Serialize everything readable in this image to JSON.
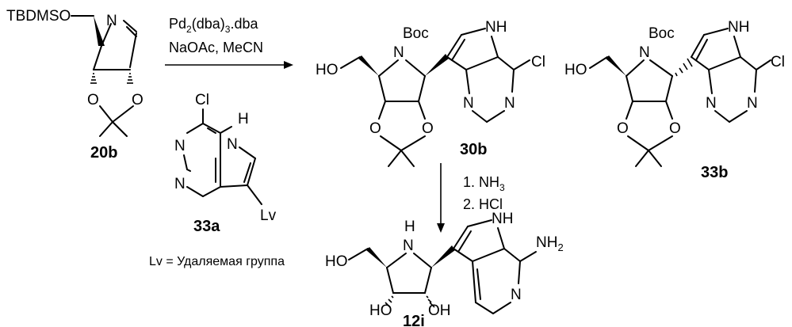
{
  "compounds": {
    "c20b": {
      "label": "20b",
      "atoms": {
        "tbdmso": "TBDMSO",
        "n": "N",
        "o1": "O",
        "o2": "O"
      }
    },
    "c33a": {
      "label": "33a",
      "atoms": {
        "cl": "Cl",
        "n1": "N",
        "n2": "N",
        "h": "H",
        "n3": "N",
        "lv": "Lv"
      }
    },
    "c30b": {
      "label": "30b",
      "atoms": {
        "boc": "Boc",
        "n": "N",
        "ho": "HO",
        "o1": "O",
        "o2": "O",
        "nh": "NH",
        "cl": "Cl",
        "n1": "N",
        "n2": "N"
      }
    },
    "c33b": {
      "label": "33b",
      "atoms": {
        "boc": "Boc",
        "n": "N",
        "ho": "HO",
        "o1": "O",
        "o2": "O",
        "nh": "NH",
        "cl": "Cl",
        "n1": "N",
        "n2": "N"
      }
    },
    "c12i": {
      "label": "12i",
      "atoms": {
        "h": "H",
        "n": "N",
        "ho": "HO",
        "ho2": "HO",
        "oh": "OH",
        "nh": "NH",
        "nh2": "NH",
        "nh2_sub": "2",
        "n1": "N"
      }
    }
  },
  "reagents": {
    "step1_line1_a": "Pd",
    "step1_line1_sub1": "2",
    "step1_line1_b": "(dba)",
    "step1_line1_sub2": "3",
    "step1_line1_c": ".dba",
    "step1_line2": "NaOAc, MeCN",
    "step2_line1": "1. NH",
    "step2_line1_sub": "3",
    "step2_line2": "2. HCl"
  },
  "footnote": "Lv = Удаляемая группа"
}
